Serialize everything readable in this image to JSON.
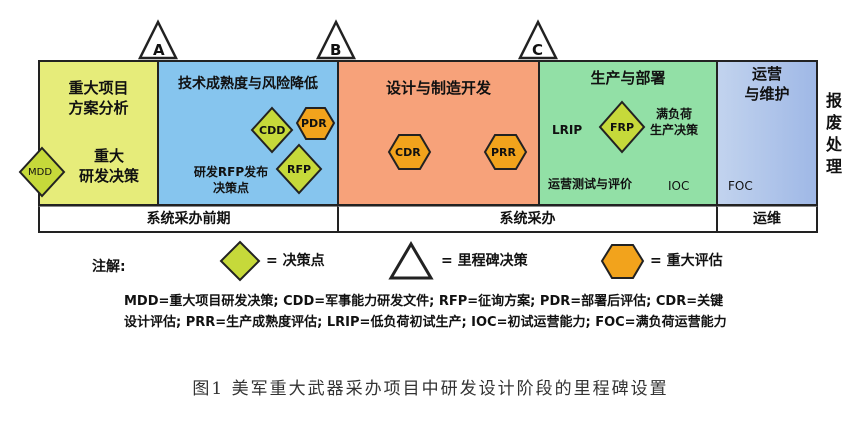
{
  "milestones": {
    "a": "A",
    "b": "B",
    "c": "C"
  },
  "phases": {
    "p1": {
      "title": "重大项目\n方案分析",
      "decision": "重大\n研发决策"
    },
    "p2": {
      "title": "技术成熟度与风险降低",
      "sub": "研发RFP发布\n决策点"
    },
    "p3": {
      "title": "设计与制造开发"
    },
    "p4": {
      "title": "生产与部署",
      "lrip": "LRIP",
      "full": "满负荷\n生产决策",
      "ot": "运营测试与评价",
      "ioc": "IOC"
    },
    "p5": {
      "title": "运营\n与维护",
      "foc": "FOC"
    },
    "side": "报\n废\n处\n理"
  },
  "markers": {
    "mdd": "MDD",
    "cdd": "CDD",
    "pdr": "PDR",
    "rfp": "RFP",
    "cdr": "CDR",
    "prr": "PRR",
    "frp": "FRP"
  },
  "stages": {
    "pre": "系统采办前期",
    "acq": "系统采办",
    "ops": "运维"
  },
  "legend": {
    "title": "注解:",
    "decision": "= 决策点",
    "milestone": "= 里程碑决策",
    "review": "= 重大评估"
  },
  "notes": {
    "line1": "MDD=重大项目研发决策; CDD=军事能力研发文件; RFP=征询方案; PDR=部署后评估; CDR=关键",
    "line2": "设计评估; PRR=生产成熟度评估; LRIP=低负荷初试生产; IOC=初试运营能力; FOC=满负荷运营能力"
  },
  "caption": "图1  美军重大武器采办项目中研发设计阶段的里程碑设置",
  "colors": {
    "yellow_green": "#e6ec7a",
    "sky_blue": "#86c5ee",
    "salmon": "#f7a27a",
    "mint": "#92e0a6",
    "pale_blue": "#c2d3ee",
    "diamond": "#c6d93a",
    "hexagon": "#f2a31c"
  }
}
